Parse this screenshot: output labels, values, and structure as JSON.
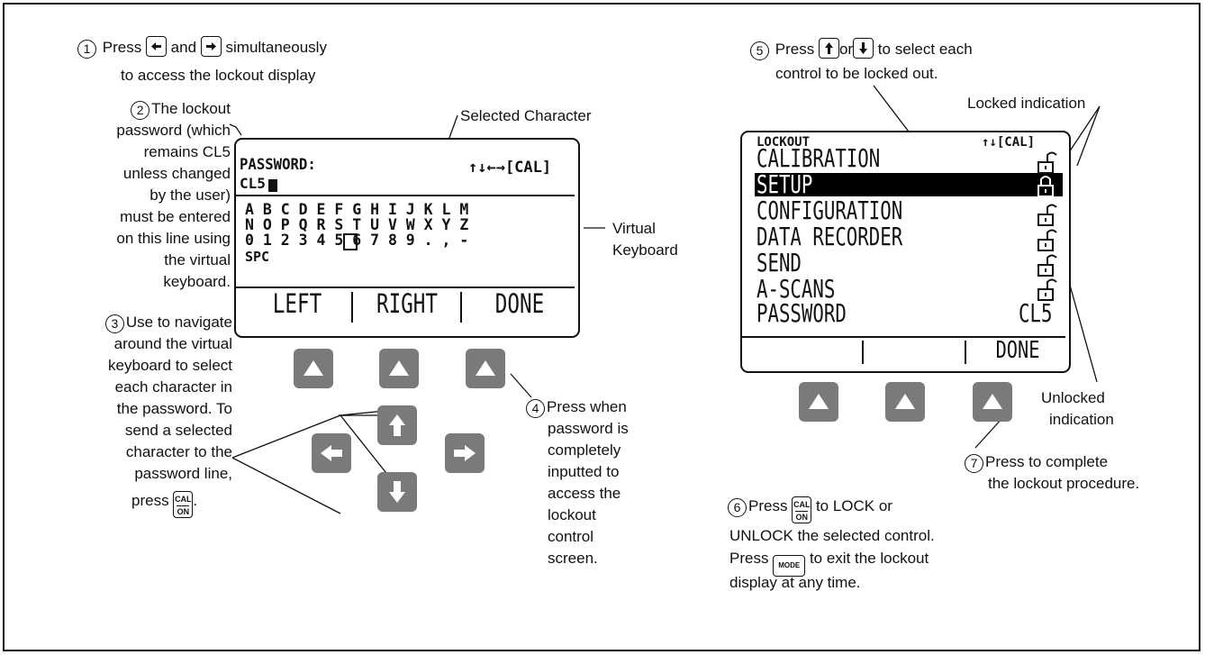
{
  "left": {
    "step1": {
      "num": "1",
      "pre": "Press",
      "mid": "and",
      "post": "simultaneously",
      "line2": "to access the lockout display"
    },
    "step2": {
      "num": "2",
      "lines": [
        "The lockout",
        "password (which",
        "remains CL5",
        "unless changed",
        "by the user)",
        "must be entered",
        "on this line using",
        "the virtual",
        "keyboard."
      ]
    },
    "step3": {
      "num": "3",
      "lines": [
        "Use to navigate",
        "around the virtual",
        "keyboard to select",
        "each character in",
        "the password. To",
        "send a selected",
        "character to the",
        "password line,"
      ],
      "press": "press",
      "period": "."
    },
    "step4": {
      "num": "4",
      "lines": [
        "Press when",
        "password is",
        "completely",
        "inputted to",
        "access the",
        "lockout",
        "control",
        "screen."
      ]
    },
    "selected_character": "Selected Character",
    "virtual_keyboard": [
      "Virtual",
      "Keyboard"
    ],
    "lcd": {
      "title": "PASSWORD:",
      "nav": "↑↓←→[CAL]",
      "entry": "CL5",
      "rows": [
        "A B C D E F G H I J K L M",
        "N O P Q R S T U V W X Y Z",
        "0 1 2 3 4 5 6 7 8 9 . , -"
      ],
      "spc": "SPC",
      "softkeys": [
        "LEFT",
        "RIGHT",
        "DONE"
      ]
    }
  },
  "right": {
    "step5": {
      "num": "5",
      "pre": "Press",
      "mid": "or",
      "post": "to select each",
      "line2": "control to be locked out."
    },
    "locked_indication": "Locked indication",
    "unlocked_indication": [
      "Unlocked",
      "indication"
    ],
    "step7": {
      "num": "7",
      "line1": "Press to complete",
      "line2": "the lockout procedure."
    },
    "step6": {
      "num": "6",
      "pre": "Press",
      "post": "to LOCK or",
      "line2": "UNLOCK the selected control.",
      "line3_pre": "Press",
      "line3_post": "to exit the lockout",
      "line4": "display at any time."
    },
    "lcd": {
      "title": "LOCKOUT",
      "nav": "↑↓[CAL]",
      "items": [
        "CALIBRATION",
        "SETUP",
        "CONFIGURATION",
        "DATA RECORDER",
        "SEND",
        "A-SCANS",
        "PASSWORD"
      ],
      "password_value": "CL5",
      "softkeys": [
        "",
        "",
        "DONE"
      ]
    }
  },
  "keys": {
    "cal_top": "CAL",
    "cal_bottom": "ON",
    "mode": "MODE"
  },
  "colors": {
    "button": "#7a7a7a",
    "ink": "#111111",
    "highlight": "#000000"
  }
}
